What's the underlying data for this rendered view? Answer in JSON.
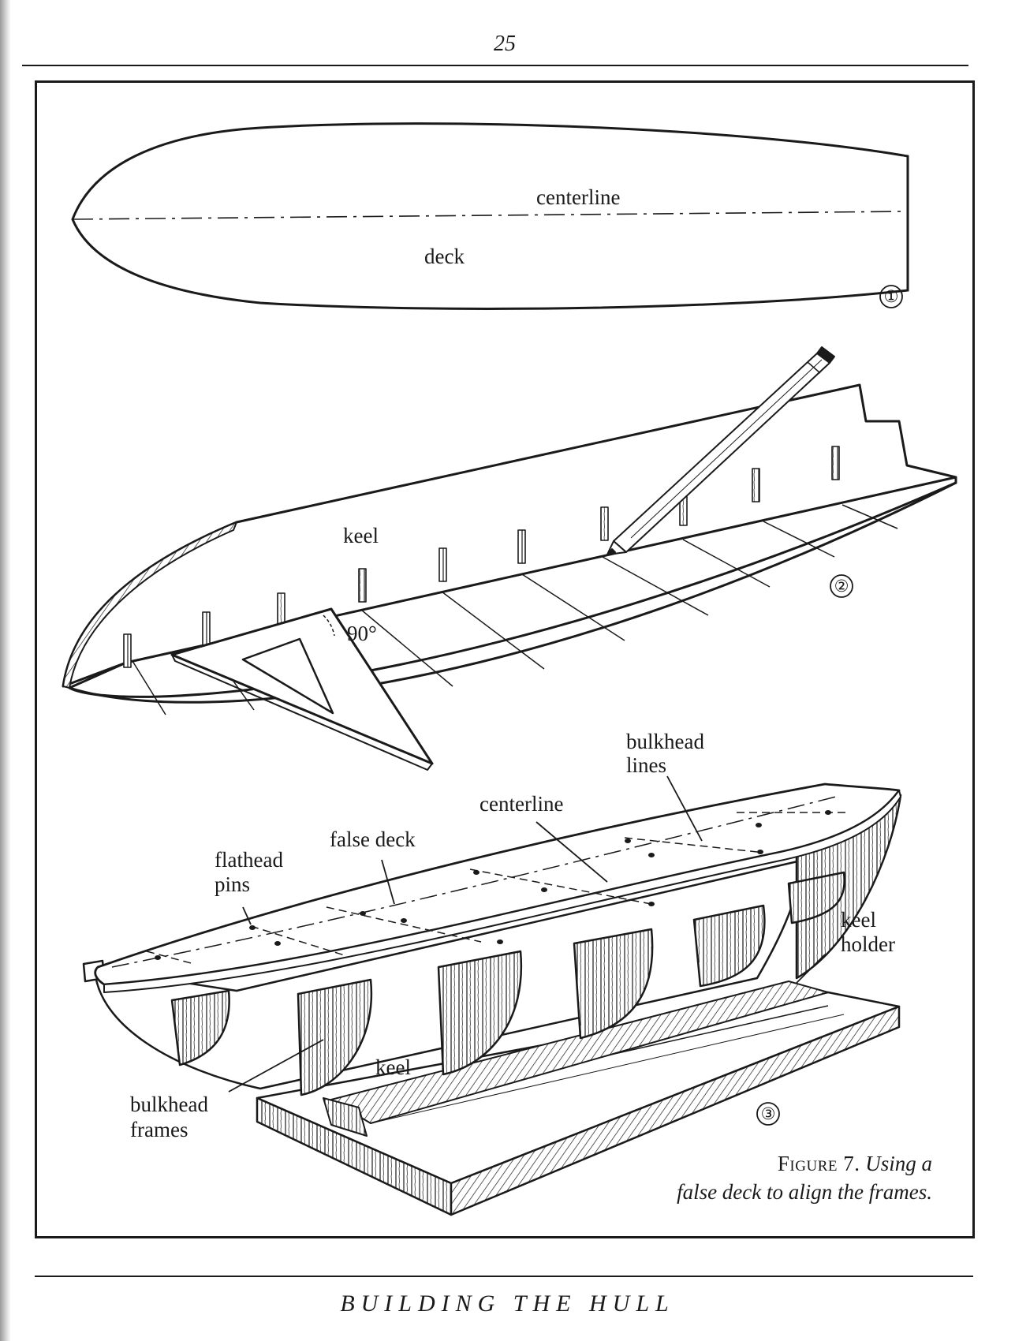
{
  "page_number": "25",
  "running_head": "BUILDING THE HULL",
  "caption": {
    "figure_label": "Figure 7.",
    "line1": "Using a",
    "line2": "false deck to align the frames."
  },
  "step1": {
    "number": "①",
    "labels": {
      "centerline": "centerline",
      "deck": "deck"
    }
  },
  "step2": {
    "number": "②",
    "labels": {
      "keel": "keel",
      "angle": "90°"
    }
  },
  "step3": {
    "number": "③",
    "labels": {
      "bulkhead_lines_1": "bulkhead",
      "bulkhead_lines_2": "lines",
      "centerline": "centerline",
      "false_deck": "false deck",
      "flathead_pins_1": "flathead",
      "flathead_pins_2": "pins",
      "keel_holder_1": "keel",
      "keel_holder_2": "holder",
      "keel": "keel",
      "bulkhead_frames_1": "bulkhead",
      "bulkhead_frames_2": "frames"
    }
  }
}
